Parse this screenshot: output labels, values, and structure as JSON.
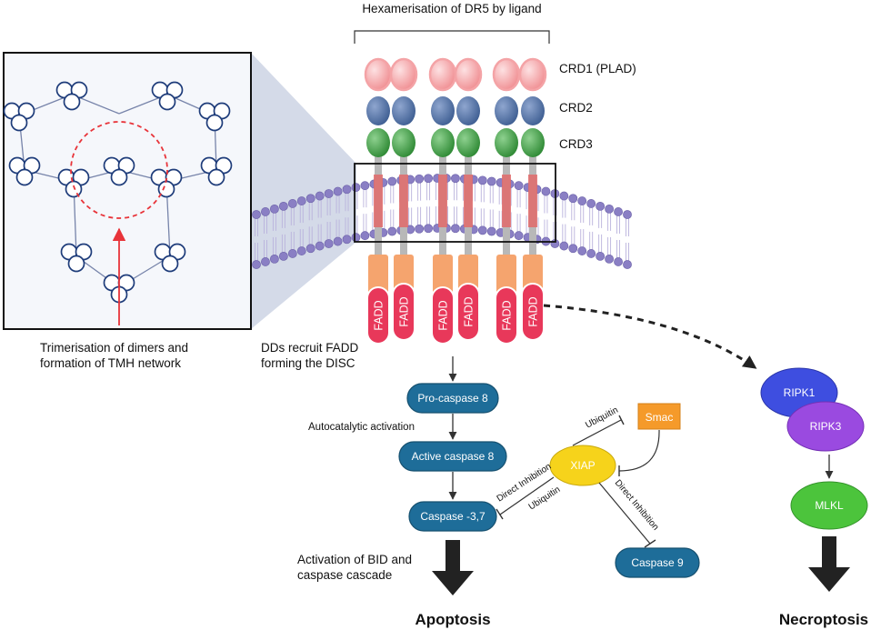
{
  "header": {
    "title": "Hexamerisation of DR5 by ligand"
  },
  "domains": {
    "crd1": "CRD1 (PLAD)",
    "crd2": "CRD2",
    "crd3": "CRD3"
  },
  "inset": {
    "caption_line1": "Trimerisation of dimers and",
    "caption_line2": "formation of TMH network"
  },
  "disc": {
    "caption_line1": "DDs recruit FADD",
    "caption_line2": "forming the DISC",
    "fadd_label": "FADD"
  },
  "apoptosis": {
    "procaspase8": "Pro-caspase 8",
    "autocatalytic": "Autocatalytic activation",
    "active_caspase8": "Active caspase 8",
    "caspase37": "Caspase -3,7",
    "bid_line1": "Activation of BID and",
    "bid_line2": "caspase cascade",
    "outcome": "Apoptosis"
  },
  "inhibition": {
    "xiap": "XIAP",
    "smac": "Smac",
    "caspase9": "Caspase 9",
    "ubiquitin": "Ubiquitin",
    "direct_inhibition": "Direct Inhibition"
  },
  "necroptosis": {
    "ripk1": "RIPK1",
    "ripk3": "RIPK3",
    "mlkl": "MLKL",
    "outcome": "Necroptosis"
  },
  "colors": {
    "crd1": "#f4a3a6",
    "crd2": "#5877a8",
    "crd3": "#4aa24e",
    "tm_helix": "#e06a6a",
    "dd": "#f5a46e",
    "fadd": "#e8385a",
    "caspase_box": "#1e6d99",
    "xiap": "#f6d31b",
    "smac": "#f59a2a",
    "ripk1": "#3e4ee0",
    "ripk3": "#9a4ae0",
    "mlkl": "#4cc43c",
    "membrane": "#8a7fc4",
    "network": "#1e3c7a",
    "guide": "#e8343a"
  }
}
